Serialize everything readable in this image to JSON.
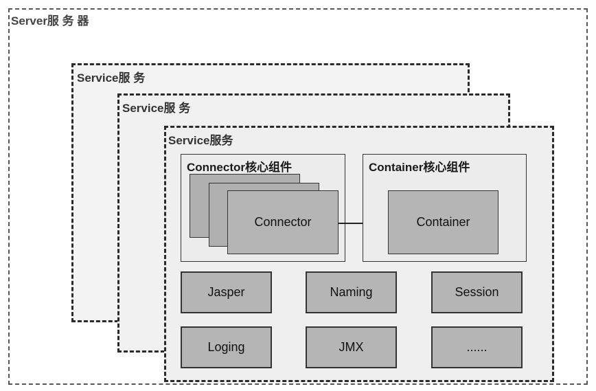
{
  "server": {
    "label": "Server服 务 器"
  },
  "services": [
    {
      "label": "Service服 务"
    },
    {
      "label": "Service服 务"
    },
    {
      "label": "Service服务"
    }
  ],
  "connector_panel": {
    "title": "Connector核心组件",
    "component": "Connector"
  },
  "container_panel": {
    "title": "Container核心组件",
    "component": "Container"
  },
  "modules": [
    "Jasper",
    "Naming",
    "Session",
    "Loging",
    "JMX",
    "......"
  ]
}
